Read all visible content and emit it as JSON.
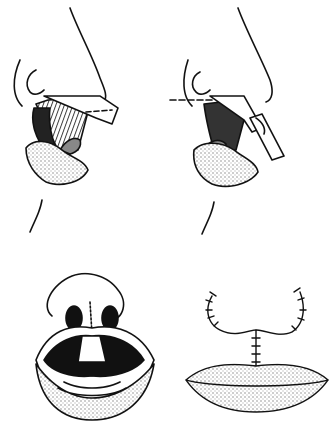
{
  "figure": {
    "panels": [
      {
        "id": "top-left",
        "description": "surgical-illustration"
      },
      {
        "id": "top-right",
        "description": "surgical-illustration"
      },
      {
        "id": "bottom-left",
        "description": "surgical-illustration"
      },
      {
        "id": "bottom-right",
        "description": "surgical-illustration"
      }
    ],
    "colors": {
      "ink": "#111111",
      "stipple": "#9a9a9a",
      "paper": "#ffffff"
    }
  }
}
